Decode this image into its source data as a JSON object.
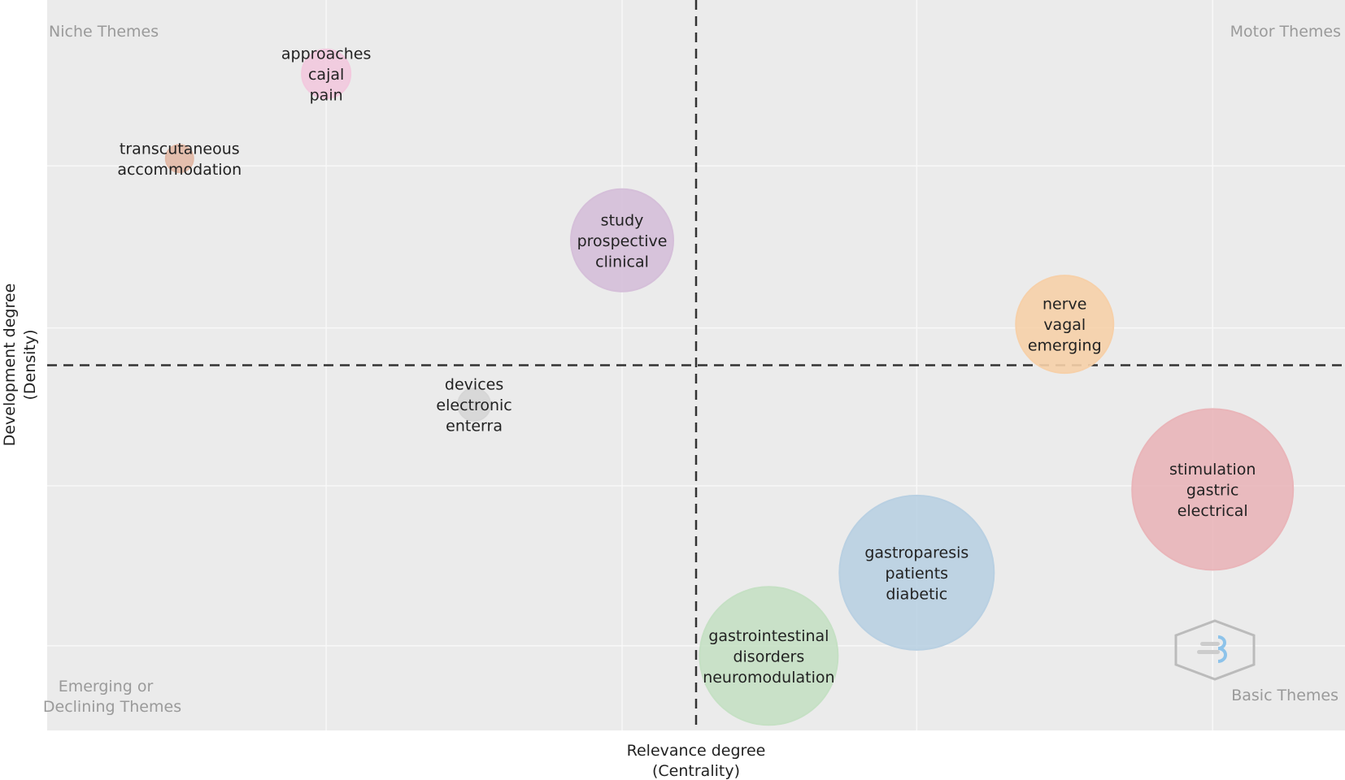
{
  "chart_data": {
    "type": "scatter",
    "subtype": "bubble",
    "xlabel": [
      "Relevance degree",
      "(Centrality)"
    ],
    "ylabel": [
      "Development degree",
      "(Density)"
    ],
    "xlim": [
      0,
      100
    ],
    "ylim": [
      0,
      100
    ],
    "x_divider": 50.0,
    "y_divider": 50.0,
    "grid": true,
    "x_gridlines": [
      21.5,
      44.3,
      67.0,
      89.8
    ],
    "y_gridlines": [
      11.6,
      33.5,
      55.1,
      77.3
    ],
    "quadrant_labels": {
      "top_left": "Niche Themes",
      "top_right": "Motor Themes",
      "bottom_left": [
        "Emerging or",
        "Declining Themes"
      ],
      "bottom_right": "Basic Themes"
    },
    "series": [
      {
        "name": "cajal",
        "label": [
          "approaches",
          "cajal",
          "pain"
        ],
        "x": 21.5,
        "y": 89.9,
        "size": 30,
        "color": "#f2c9de"
      },
      {
        "name": "transcutaneous",
        "label": [
          "transcutaneous",
          "accommodation"
        ],
        "x": 10.2,
        "y": 78.3,
        "size": 17,
        "color": "#e2b9a6"
      },
      {
        "name": "study",
        "label": [
          "study",
          "prospective",
          "clinical"
        ],
        "x": 44.3,
        "y": 67.1,
        "size": 63,
        "color": "#d5bfd9"
      },
      {
        "name": "nerve",
        "label": [
          "nerve",
          "vagal",
          "emerging"
        ],
        "x": 78.4,
        "y": 55.6,
        "size": 60,
        "color": "#f6d0a9"
      },
      {
        "name": "devices",
        "label": [
          "devices",
          "electronic",
          "enterra"
        ],
        "x": 32.9,
        "y": 44.6,
        "size": 20,
        "color": "#d6d6d6"
      },
      {
        "name": "stimulation",
        "label": [
          "stimulation",
          "gastric",
          "electrical"
        ],
        "x": 89.8,
        "y": 33.0,
        "size": 99,
        "color": "#e9b5b9"
      },
      {
        "name": "gastroparesis",
        "label": [
          "gastroparesis",
          "patients",
          "diabetic"
        ],
        "x": 67.0,
        "y": 21.6,
        "size": 95,
        "color": "#b9d0e2"
      },
      {
        "name": "gastrointestinal",
        "label": [
          "gastrointestinal",
          "disorders",
          "neuromodulation"
        ],
        "x": 55.6,
        "y": 10.2,
        "size": 85,
        "color": "#c5e0c4"
      }
    ]
  },
  "colors": {
    "plot_bg": "#ebebeb",
    "grid": "#f8f8f8",
    "divider": "#333333"
  }
}
